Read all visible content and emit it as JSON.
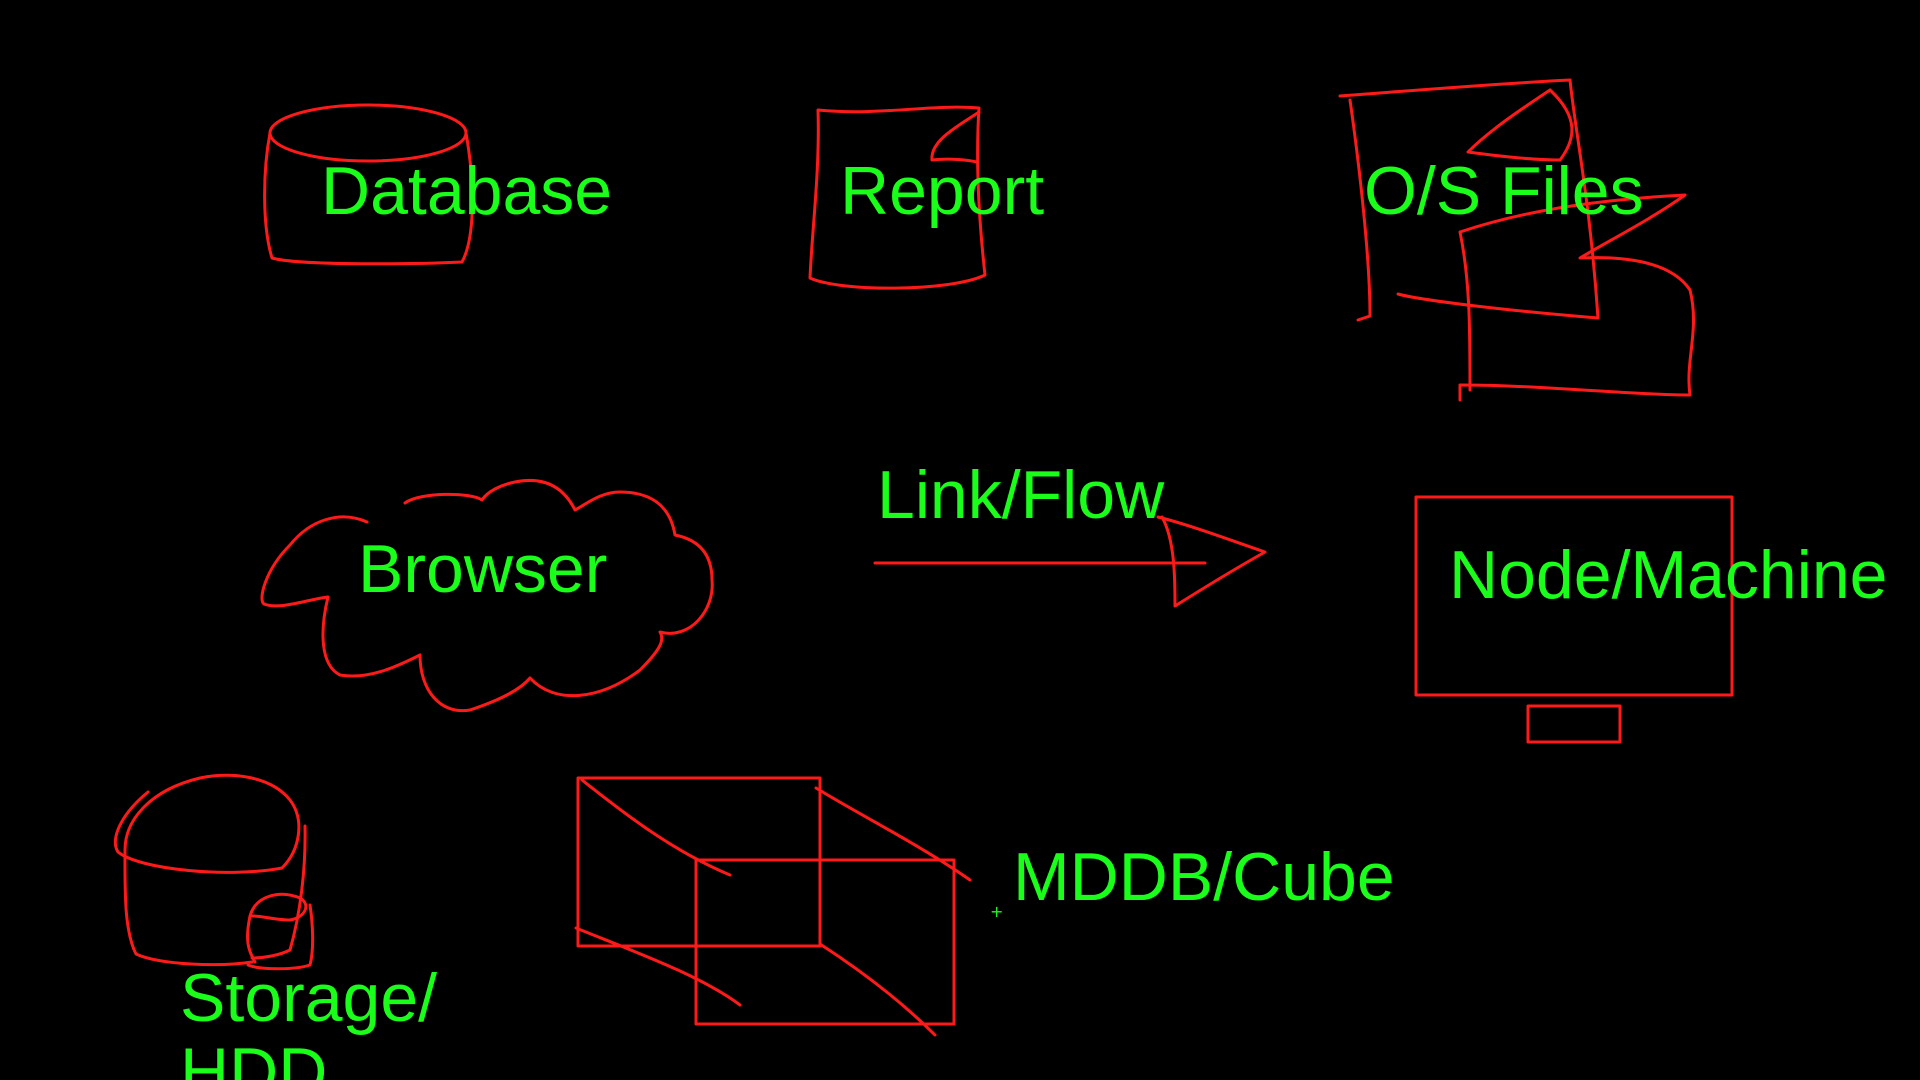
{
  "colors": {
    "background": "#000000",
    "ink_shapes": "#ff1a1a",
    "ink_text": "#19ff19"
  },
  "labels": {
    "database": "Database",
    "report": "Report",
    "os_files": "O/S Files",
    "browser": "Browser",
    "link_flow": "Link/Flow",
    "node_machine": "Node/Machine",
    "mddb_cube": "MDDB/Cube",
    "storage_hdd": "Storage/\nHDD"
  },
  "cursor": {
    "glyph": "+"
  },
  "icons": {
    "database": "cylinder-icon",
    "report": "document-icon",
    "os_files": "stacked-files-icon",
    "browser": "cloud-icon",
    "link_flow": "arrow-icon",
    "node_machine": "monitor-icon",
    "mddb_cube": "cube-icon",
    "storage_hdd": "disk-icon"
  }
}
